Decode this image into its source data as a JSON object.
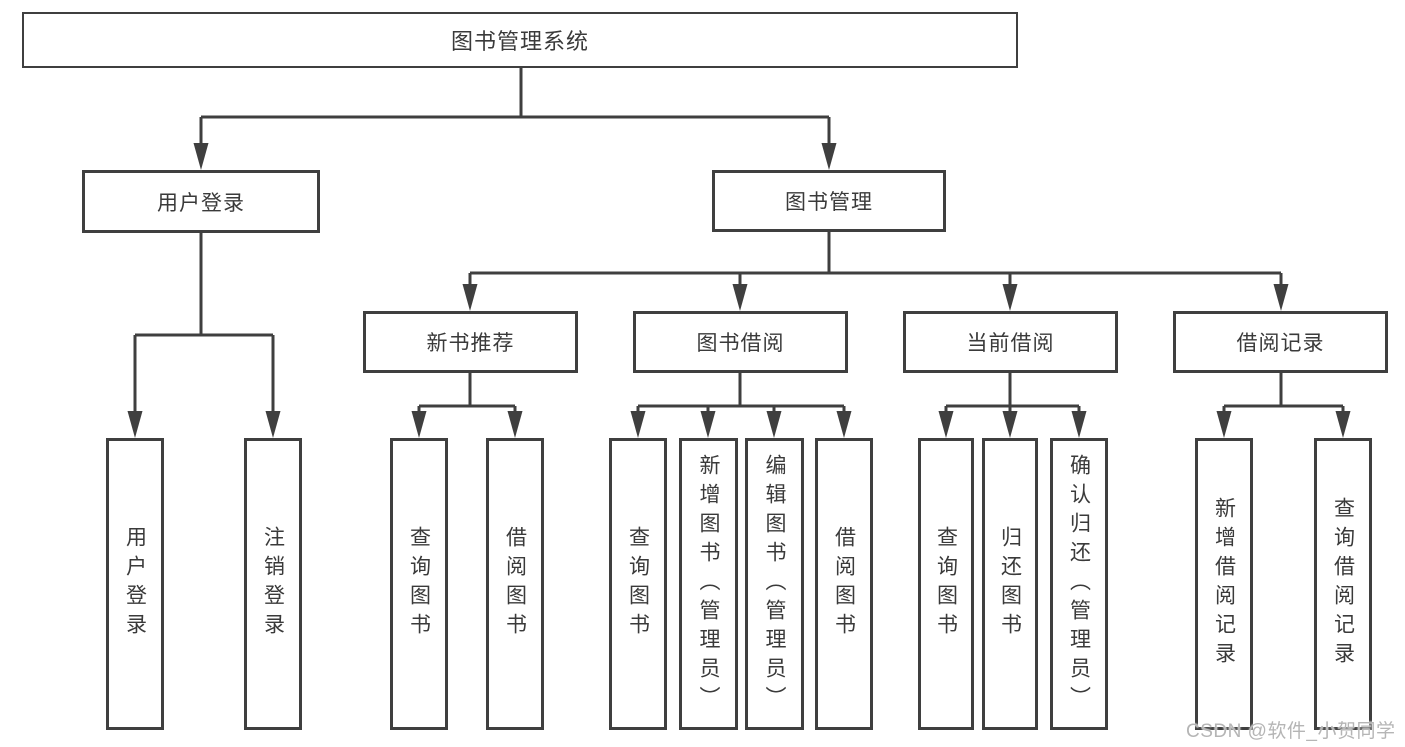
{
  "diagram": {
    "root": {
      "label": "图书管理系统"
    },
    "branches": [
      {
        "label": "用户登录",
        "children": [
          {
            "label": "用户登录"
          },
          {
            "label": "注销登录"
          }
        ]
      },
      {
        "label": "图书管理",
        "children": [
          {
            "label": "新书推荐",
            "children": [
              {
                "label": "查询图书"
              },
              {
                "label": "借阅图书"
              }
            ]
          },
          {
            "label": "图书借阅",
            "children": [
              {
                "label": "查询图书"
              },
              {
                "label": "新增图书（管理员）"
              },
              {
                "label": "编辑图书（管理员）"
              },
              {
                "label": "借阅图书"
              }
            ]
          },
          {
            "label": "当前借阅",
            "children": [
              {
                "label": "查询图书"
              },
              {
                "label": "归还图书"
              },
              {
                "label": "确认归还（管理员）"
              }
            ]
          },
          {
            "label": "借阅记录",
            "children": [
              {
                "label": "新增借阅记录"
              },
              {
                "label": "查询借阅记录"
              }
            ]
          }
        ]
      }
    ],
    "watermark": "CSDN @软件_小贺同学",
    "colors": {
      "line": "#3f3f3f",
      "text": "#3a3a3a",
      "watermark": "#b5b5b5",
      "background": "#ffffff"
    }
  }
}
